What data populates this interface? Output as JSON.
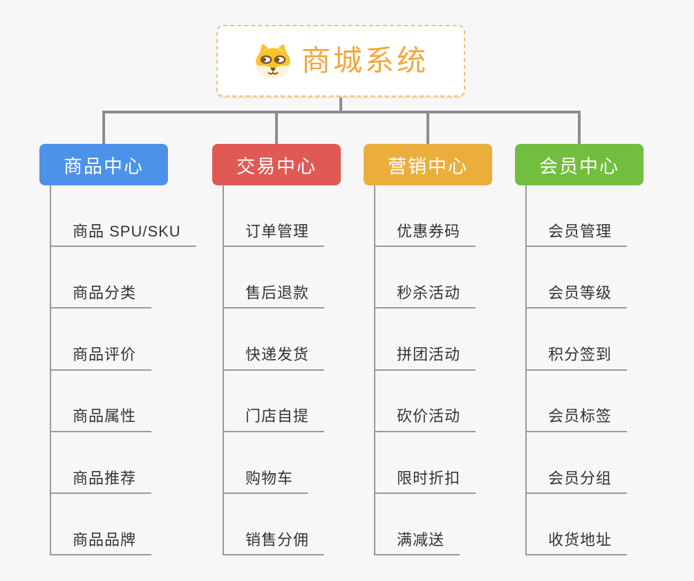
{
  "root": {
    "title": "商城系统",
    "icon": "shiba-dog-icon"
  },
  "colors": {
    "canvas_bg": "#F7F7F7",
    "root_border": "#F2C180",
    "root_title": "#F0A83C",
    "tree_connector": "#8C8C8C",
    "child_line": "#999999",
    "child_text": "#333333",
    "branch_blue": "#4D92E9",
    "branch_red": "#E15955",
    "branch_orange": "#EBAE3D",
    "branch_green": "#72BE3E"
  },
  "branches": [
    {
      "label": "商品中心",
      "color": "#4D92E9",
      "children": [
        "商品 SPU/SKU",
        "商品分类",
        "商品评价",
        "商品属性",
        "商品推荐",
        "商品品牌"
      ]
    },
    {
      "label": "交易中心",
      "color": "#E15955",
      "children": [
        "订单管理",
        "售后退款",
        "快递发货",
        "门店自提",
        "购物车",
        "销售分佣"
      ]
    },
    {
      "label": "营销中心",
      "color": "#EBAE3D",
      "children": [
        "优惠券码",
        "秒杀活动",
        "拼团活动",
        "砍价活动",
        "限时折扣",
        "满减送"
      ]
    },
    {
      "label": "会员中心",
      "color": "#72BE3E",
      "children": [
        "会员管理",
        "会员等级",
        "积分签到",
        "会员标签",
        "会员分组",
        "收货地址"
      ]
    }
  ]
}
